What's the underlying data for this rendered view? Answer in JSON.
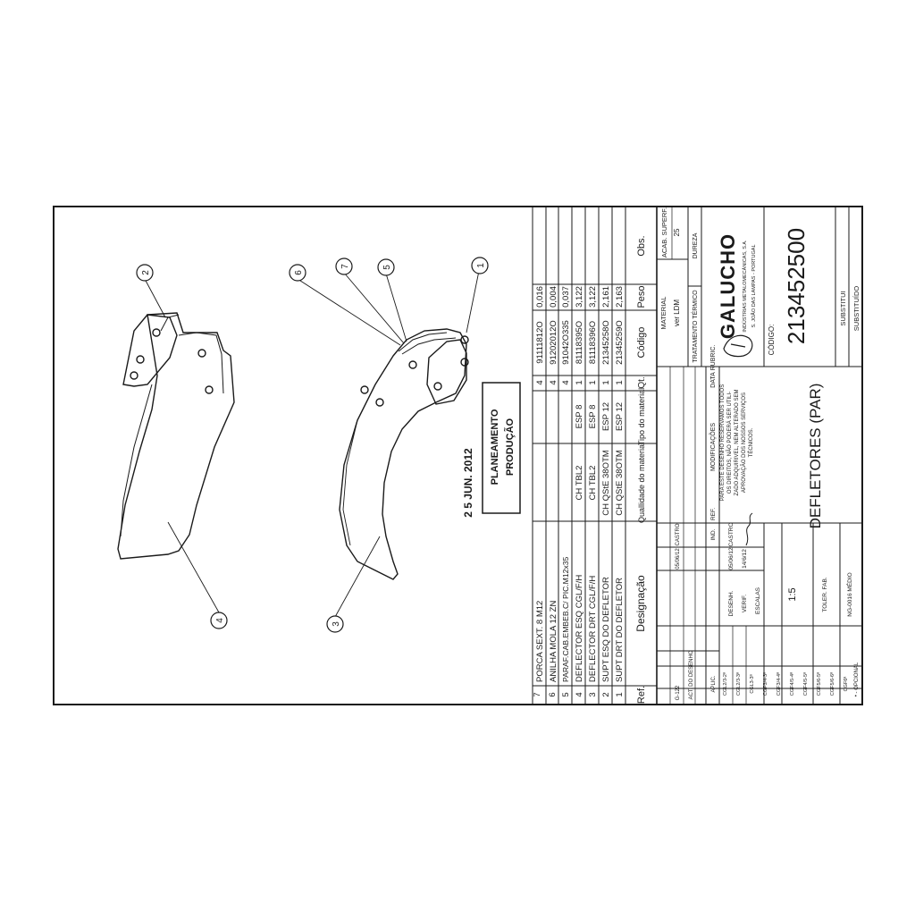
{
  "parts_table": {
    "headers": {
      "ref": "Ref.",
      "designation": "Designação",
      "quality": "Quallidade do material",
      "material_type": "Tipo do material",
      "qty": "Qt.",
      "code": "Código",
      "weight": "Peso",
      "obs": "Obs."
    },
    "rows": [
      {
        "ref": "7",
        "designation": "PORCA SEXT. 8 M12",
        "quality": "",
        "material_type": "",
        "qty": "4",
        "code": "91111812O",
        "weight": "0,016"
      },
      {
        "ref": "6",
        "designation": "ANILHA MOLA 12 ZN",
        "quality": "",
        "material_type": "",
        "qty": "4",
        "code": "91202012O",
        "weight": "0,004"
      },
      {
        "ref": "5",
        "designation": "PARAF.CAB.EMBEB.C/ PIC.M12x35",
        "quality": "",
        "material_type": "",
        "qty": "4",
        "code": "91042O335",
        "weight": "0,037"
      },
      {
        "ref": "4",
        "designation": "DEFLECTOR ESQ CGL/F/H",
        "quality": "CH TBL2",
        "material_type": "ESP 8",
        "qty": "1",
        "code": "81118395O",
        "weight": "3,122"
      },
      {
        "ref": "3",
        "designation": "DEFLECTOR DRT CGL/F/H",
        "quality": "CH TBL2",
        "material_type": "ESP 8",
        "qty": "1",
        "code": "81118396O",
        "weight": "3,122"
      },
      {
        "ref": "2",
        "designation": "SUPT ESQ DO DEFLETOR",
        "quality": "CH QStE 38OTM",
        "material_type": "ESP 12",
        "qty": "1",
        "code": "21345258O",
        "weight": "2,161"
      },
      {
        "ref": "1",
        "designation": "SUPT DRT DO DEFLETOR",
        "quality": "CH QStE 38OTM",
        "material_type": "ESP 12",
        "qty": "1",
        "code": "21345259O",
        "weight": "2,163"
      }
    ]
  },
  "title_block": {
    "title": "DEFLETORES (PAR)",
    "code_label": "CÓDIGO:",
    "code": "213452500",
    "company_name": "GALUCHO",
    "company_line1": "INDÚSTRIAS METALOMECÂNICAS, S.A.",
    "company_line2": "S. JOÃO DAS LAMPAS - PORTUGAL",
    "material_label": "MATERIAL",
    "material_value": "ver LDM",
    "finish_label": "ACAB. SUPERF.",
    "finish_value": "25",
    "treatment_label": "TRATAMENTO TÉRMICO",
    "hardness_label": "DUREZA",
    "scale_label": "ESCALAS",
    "scale_value": "1:5",
    "tolerance_label": "TOLER. FAB.",
    "norm_value": "NG-0016 MÉDIO",
    "design_label": "DESENH.",
    "verify_label": "VERIF.",
    "design_date": "05/06/12",
    "verify_date": "14/6/12",
    "designer": "CASTRO",
    "data_label": "DATA",
    "rubric_label": "RUBRIC.",
    "modifications_label": "MODIFICAÇÕES",
    "ind_label": "IND.",
    "ref_label": "REF.",
    "aplic_label": "APLIC.",
    "act_label": "ACT. DO DESENHO",
    "act_code": "G-122",
    "act_date": "05/06/12",
    "act_name": "CASTRO",
    "rev_rows": [
      "CGL2/3-2ª",
      "CGL2/3-3ª",
      "CGL3-3ª",
      "CGF3/4-3ª",
      "CGF3/4-4ª",
      "CGF4/5-4ª",
      "CGF4/5-5ª",
      "CGF5/6-5ª",
      "CGF5/6-6ª",
      "CGF6ª"
    ],
    "rev_vals": [
      "2",
      "3",
      "3",
      "3",
      "4",
      "4",
      "5",
      "5",
      "6",
      "6"
    ],
    "optional_label": "• - OPCIONAL",
    "substitui_label": "SUBSTITUI",
    "substituido_label": "SUBSTITUÍDO",
    "copyright_line1": "PARA ESTE DESENHO RESERVAMOS TODOS",
    "copyright_line2": "OS DIREITOS, NÃO PODERÁ SER UTILI-",
    "copyright_line3": "ZADO ADQUIRIVEL, NEM ALTERADO SEM",
    "copyright_line4": "APROVAÇÃO DOS NOSSOS SERVIÇOS",
    "copyright_line5": "TÉCNICOS."
  },
  "stamp": {
    "date": "2 5 JUN. 2012",
    "line1": "PLANEAMENTO",
    "line2": "PRODUÇÃO"
  },
  "callouts": [
    "2",
    "6",
    "7",
    "5",
    "1",
    "4",
    "3"
  ],
  "colors": {
    "ink": "#1a1a1a",
    "paper": "#ffffff"
  }
}
